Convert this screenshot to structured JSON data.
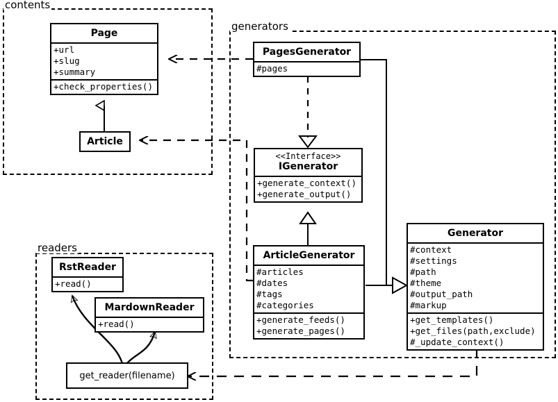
{
  "diagram": {
    "title": "UML class diagram",
    "packages": [
      {
        "id": "contents",
        "label": "contents"
      },
      {
        "id": "generators",
        "label": "generators"
      },
      {
        "id": "readers",
        "label": "readers"
      }
    ]
  },
  "classes": {
    "page": {
      "name": "Page",
      "attributes": [
        "+url",
        "+slug",
        "+summary"
      ],
      "operations": [
        "+check_properties()"
      ]
    },
    "article": {
      "name": "Article",
      "attributes": [],
      "operations": []
    },
    "pages_generator": {
      "name": "PagesGenerator",
      "attributes": [
        "#pages"
      ],
      "operations": []
    },
    "igenerator": {
      "stereotype": "<<Interface>>",
      "name": "IGenerator",
      "attributes": [],
      "operations": [
        "+generate_context()",
        "+generate_output()"
      ]
    },
    "article_generator": {
      "name": "ArticleGenerator",
      "attributes": [
        "#articles",
        "#dates",
        "#tags",
        "#categories"
      ],
      "operations": [
        "+generate_feeds()",
        "+generate_pages()"
      ]
    },
    "generator": {
      "name": "Generator",
      "attributes": [
        "#context",
        "#settings",
        "#path",
        "#theme",
        "#output_path",
        "#markup"
      ],
      "operations": [
        "+get_templates()",
        "+get_files(path,exclude)",
        "#_update_context()"
      ]
    },
    "rst_reader": {
      "name": "RstReader",
      "attributes": [],
      "operations": [
        "+read()"
      ]
    },
    "markdown_reader": {
      "name": "MardownReader",
      "attributes": [],
      "operations": [
        "+read()"
      ]
    },
    "get_reader": {
      "name": "get_reader(filename)"
    }
  },
  "relations": [
    {
      "name": "article-inherits-page",
      "type": "generalization",
      "from": "Article",
      "to": "Page"
    },
    {
      "name": "pagesgenerator-realizes-igenerator",
      "type": "realization",
      "from": "PagesGenerator",
      "to": "IGenerator"
    },
    {
      "name": "articlegenerator-realizes-igenerator",
      "type": "realization",
      "from": "ArticleGenerator",
      "to": "IGenerator"
    },
    {
      "name": "pagesgenerator-extends-generator",
      "type": "generalization",
      "from": "PagesGenerator",
      "to": "Generator"
    },
    {
      "name": "articlegenerator-extends-generator",
      "type": "generalization",
      "from": "ArticleGenerator",
      "to": "Generator"
    },
    {
      "name": "pagesgenerator-depends-page",
      "type": "dependency",
      "from": "PagesGenerator",
      "to": "Page"
    },
    {
      "name": "articlegenerator-depends-article",
      "type": "dependency",
      "from": "ArticleGenerator",
      "to": "Article"
    },
    {
      "name": "generator-depends-get-reader",
      "type": "dependency",
      "from": "Generator",
      "to": "get_reader(filename)"
    },
    {
      "name": "get-reader-creates-rstreader",
      "type": "creates",
      "from": "get_reader(filename)",
      "to": "RstReader"
    },
    {
      "name": "get-reader-creates-markdownreader",
      "type": "creates",
      "from": "get_reader(filename)",
      "to": "MardownReader"
    }
  ],
  "colors": {
    "stroke": "#000000",
    "background": "#ffffff"
  }
}
